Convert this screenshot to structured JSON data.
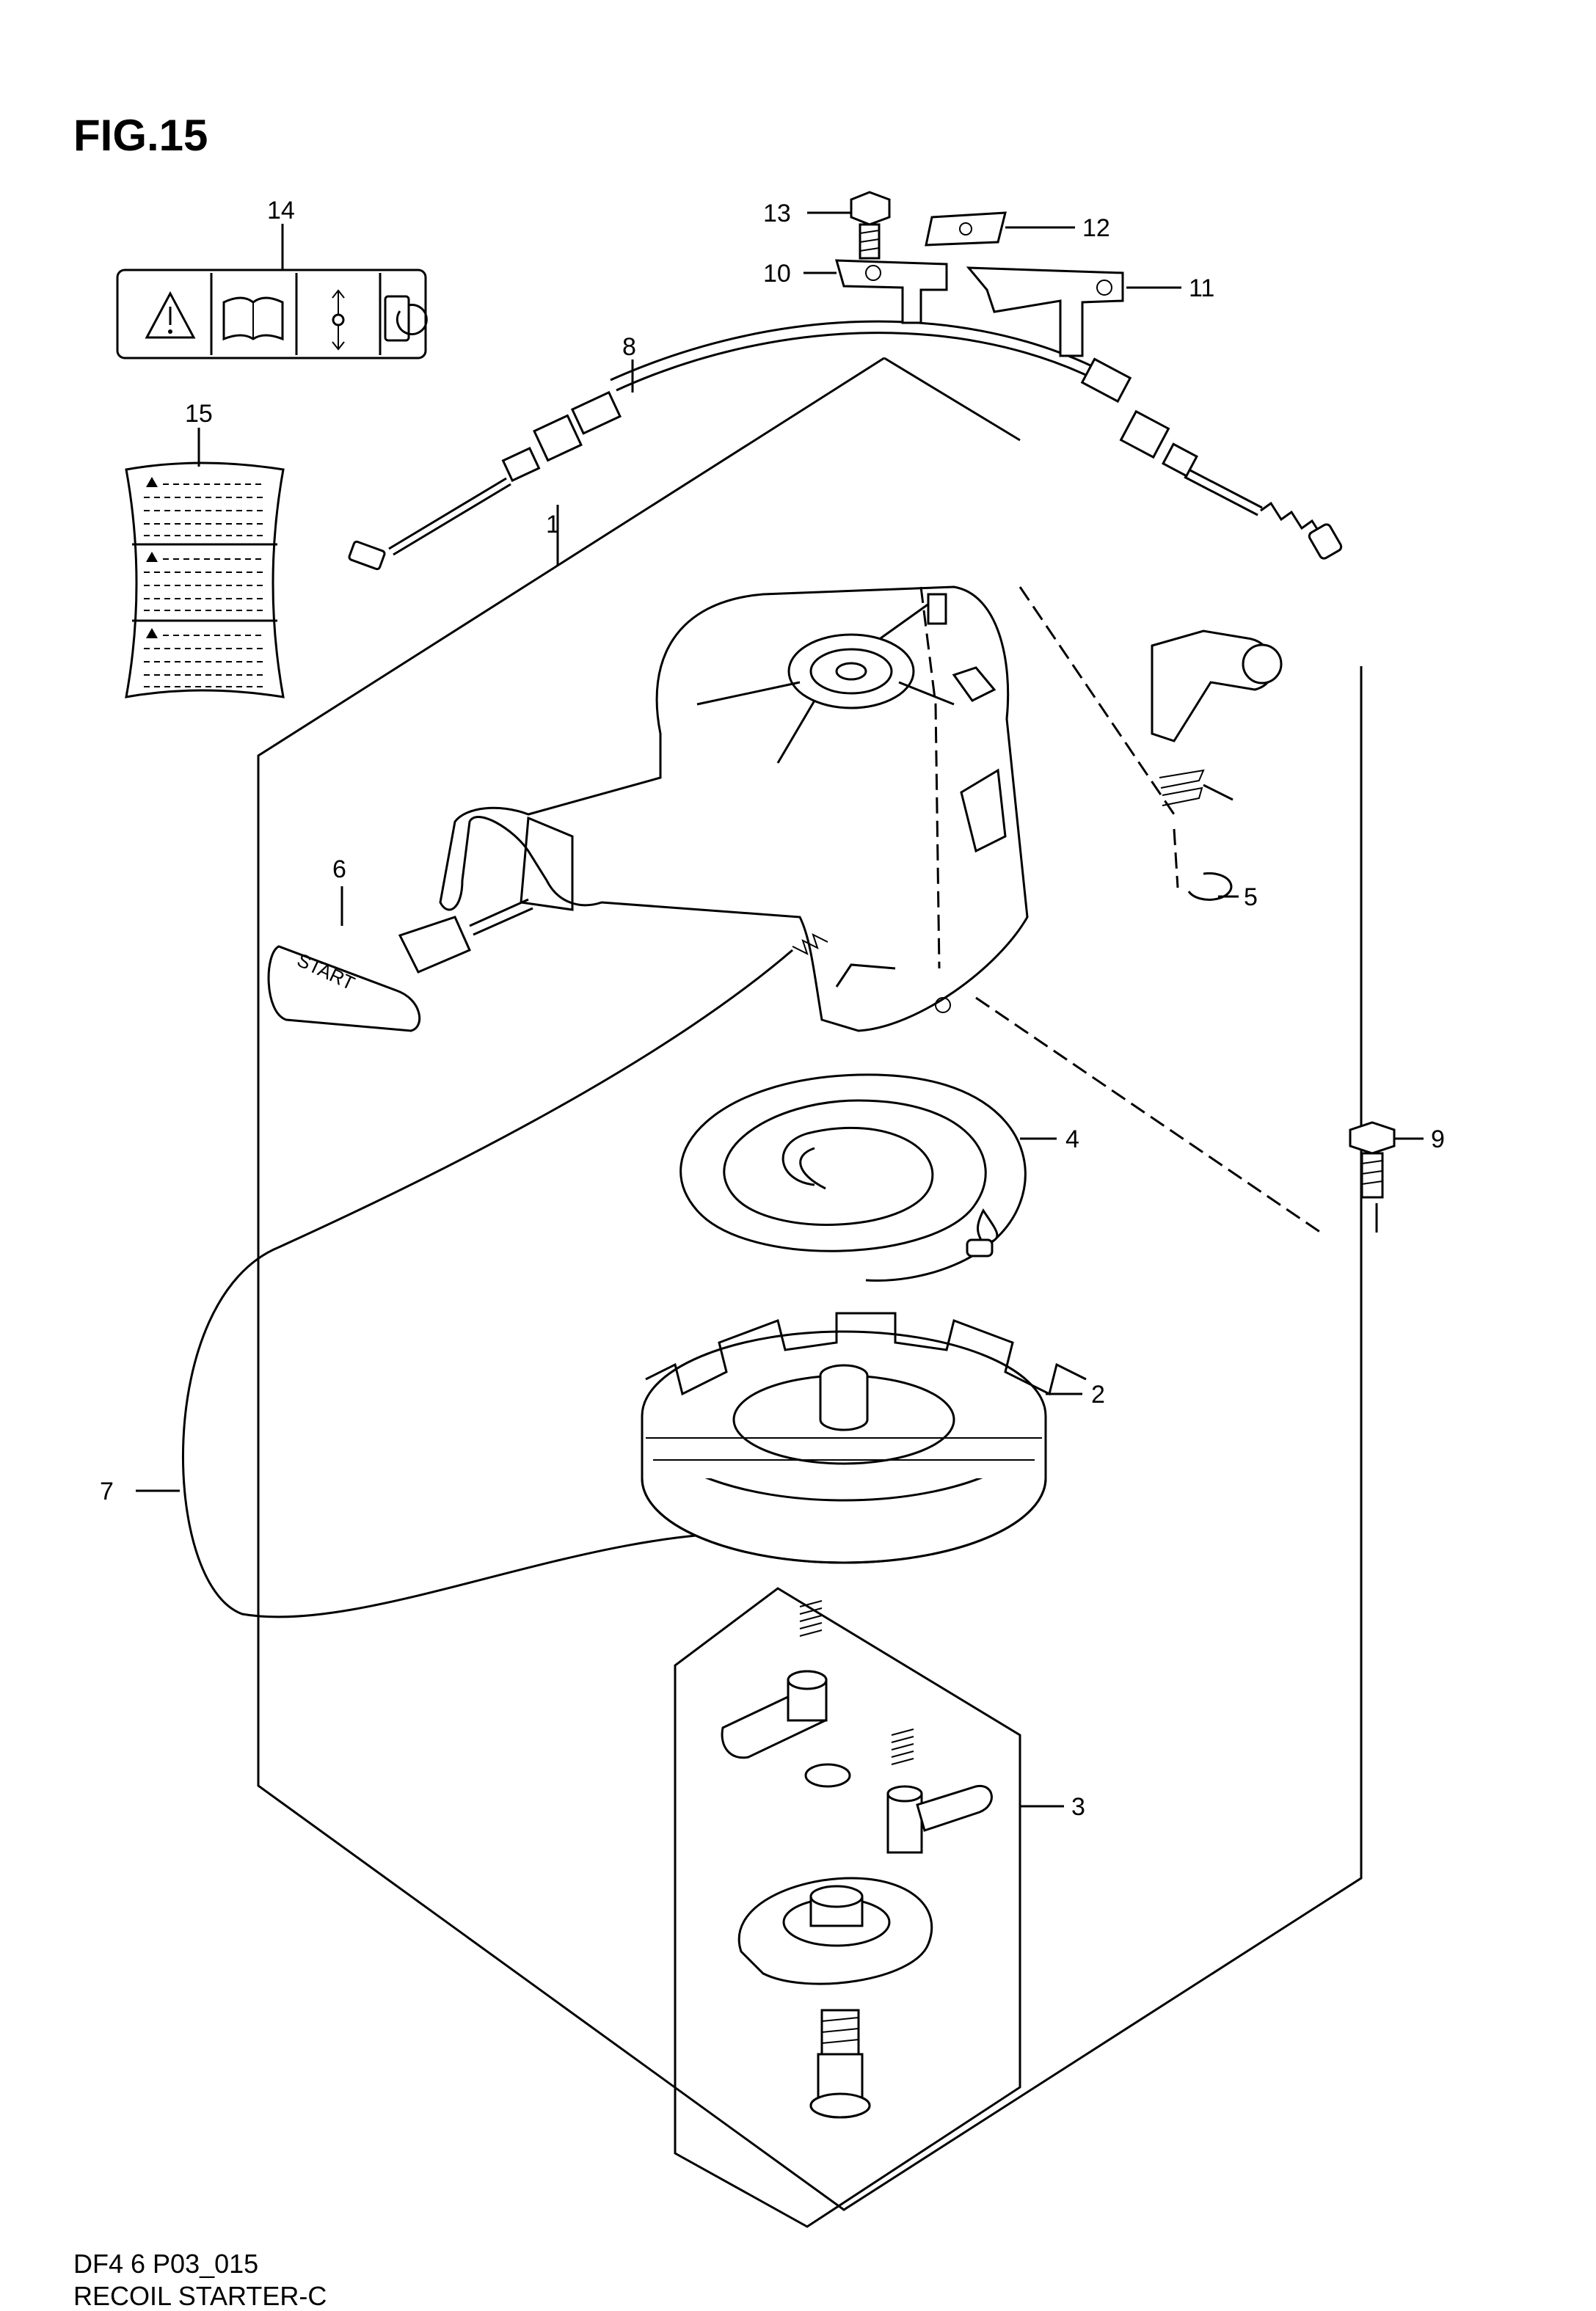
{
  "figure_title": "FIG.15",
  "footer": {
    "code": "DF4 6 P03_015",
    "name": "RECOIL STARTER-C"
  },
  "callouts": [
    {
      "id": "c1",
      "label": "1"
    },
    {
      "id": "c2",
      "label": "2"
    },
    {
      "id": "c3",
      "label": "3"
    },
    {
      "id": "c4",
      "label": "4"
    },
    {
      "id": "c5",
      "label": "5"
    },
    {
      "id": "c6",
      "label": "6"
    },
    {
      "id": "c7",
      "label": "7"
    },
    {
      "id": "c8",
      "label": "8"
    },
    {
      "id": "c9",
      "label": "9"
    },
    {
      "id": "c10",
      "label": "10"
    },
    {
      "id": "c11",
      "label": "11"
    },
    {
      "id": "c12",
      "label": "12"
    },
    {
      "id": "c13",
      "label": "13"
    },
    {
      "id": "c14",
      "label": "14"
    },
    {
      "id": "c15",
      "label": "15"
    }
  ],
  "handle_text": "START"
}
